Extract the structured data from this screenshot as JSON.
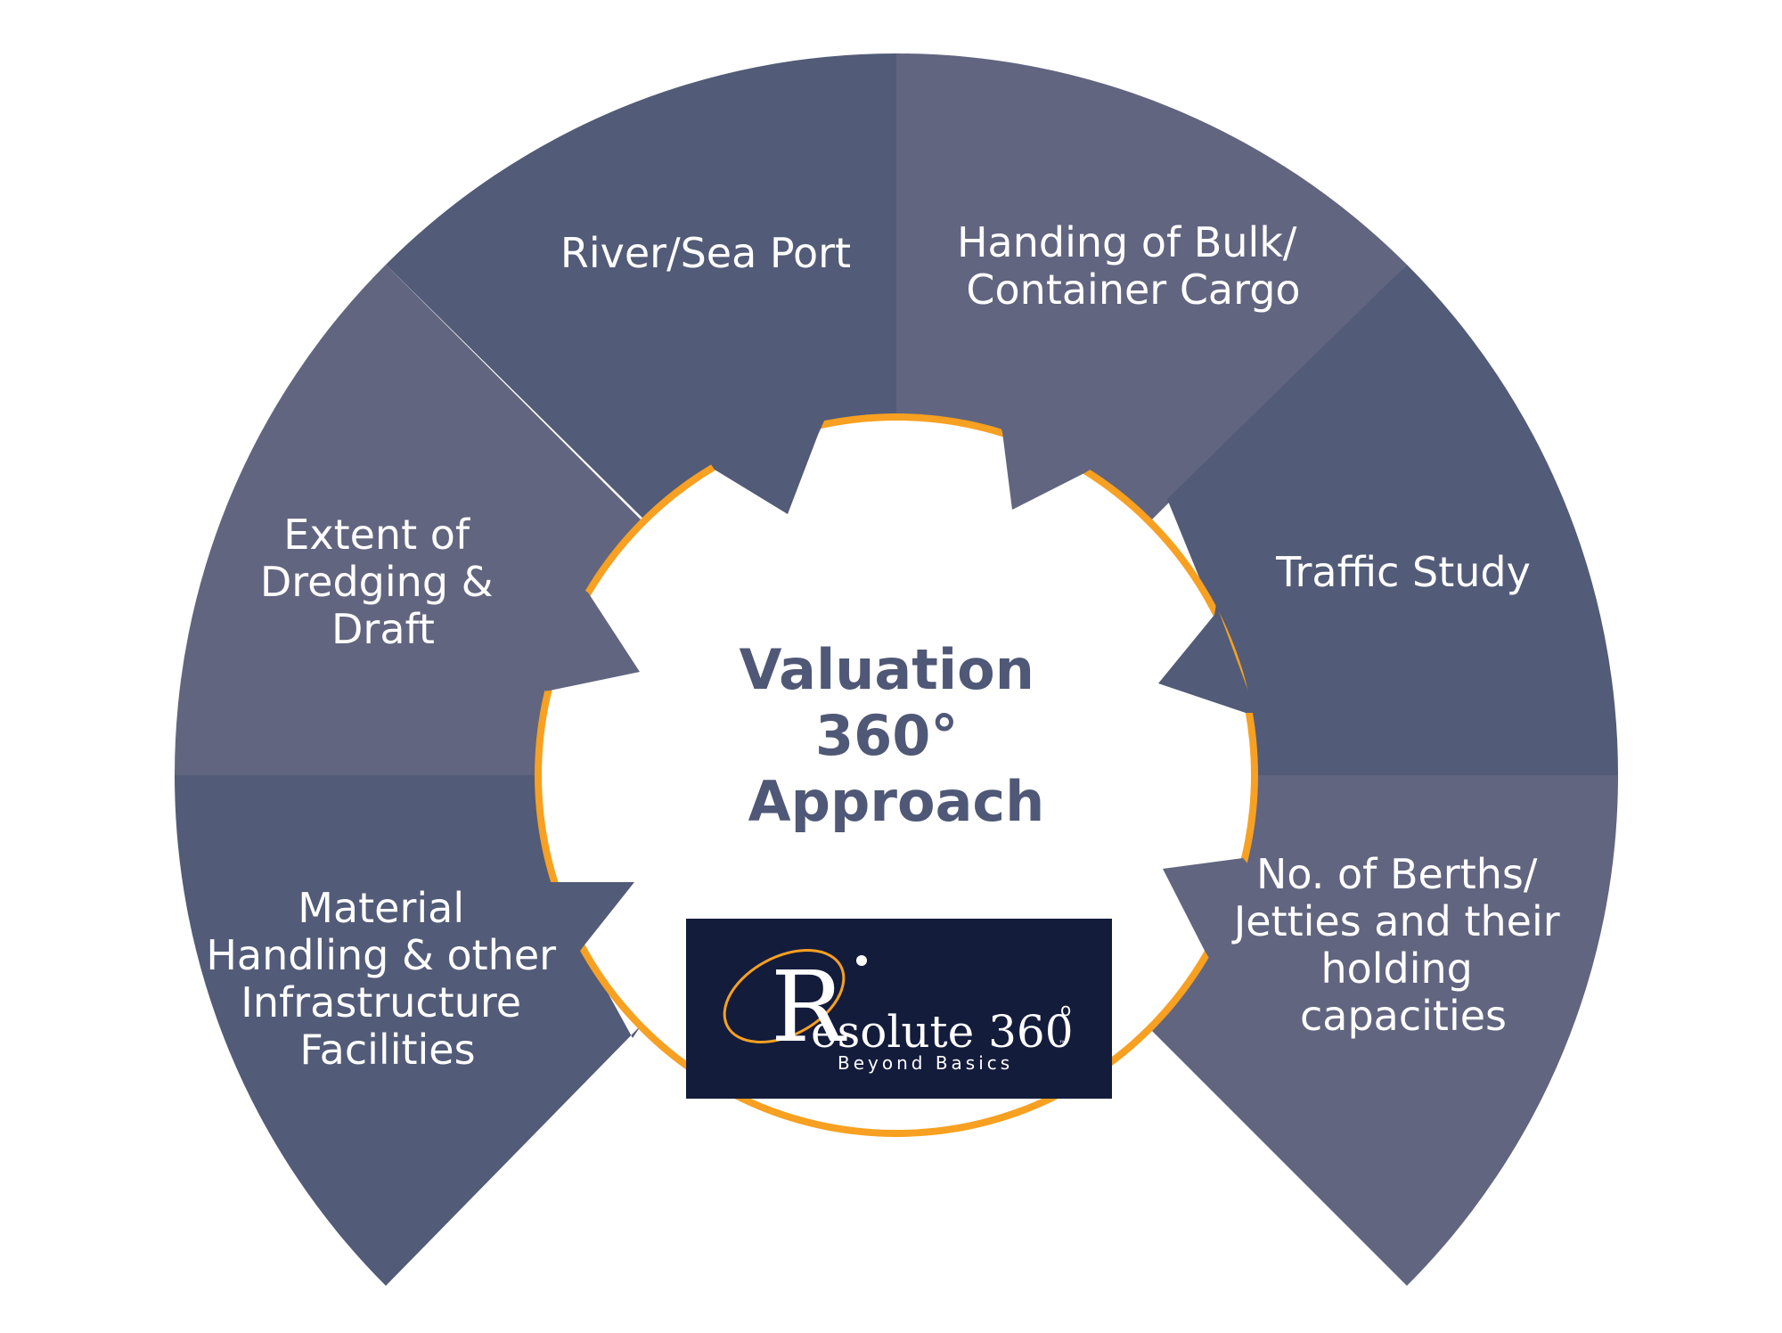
{
  "diagram": {
    "center": {
      "lines": [
        "Valuation",
        "360°",
        "Approach"
      ]
    },
    "segments": [
      {
        "lines": [
          "Material",
          "Handling & other",
          "Infrastructure",
          "Facilities"
        ]
      },
      {
        "lines": [
          "Extent of",
          "Dredging &",
          "Draft"
        ]
      },
      {
        "lines": [
          "River/Sea Port"
        ]
      },
      {
        "lines": [
          "Handing of Bulk/",
          "Container Cargo"
        ]
      },
      {
        "lines": [
          "Traffic Study"
        ]
      },
      {
        "lines": [
          "No. of Berths/",
          "Jetties and their",
          "holding",
          "capacities"
        ]
      }
    ],
    "logo": {
      "letter": "R",
      "wordmark": "esolute 360",
      "degree": "o",
      "tm": "™",
      "tagline": "Beyond Basics"
    },
    "colors": {
      "segment_dark": "#525b77",
      "segment_light": "#61657f",
      "accent": "#f7a021",
      "center_text": "#4f5876",
      "logo_bg": "#141c3c"
    }
  }
}
